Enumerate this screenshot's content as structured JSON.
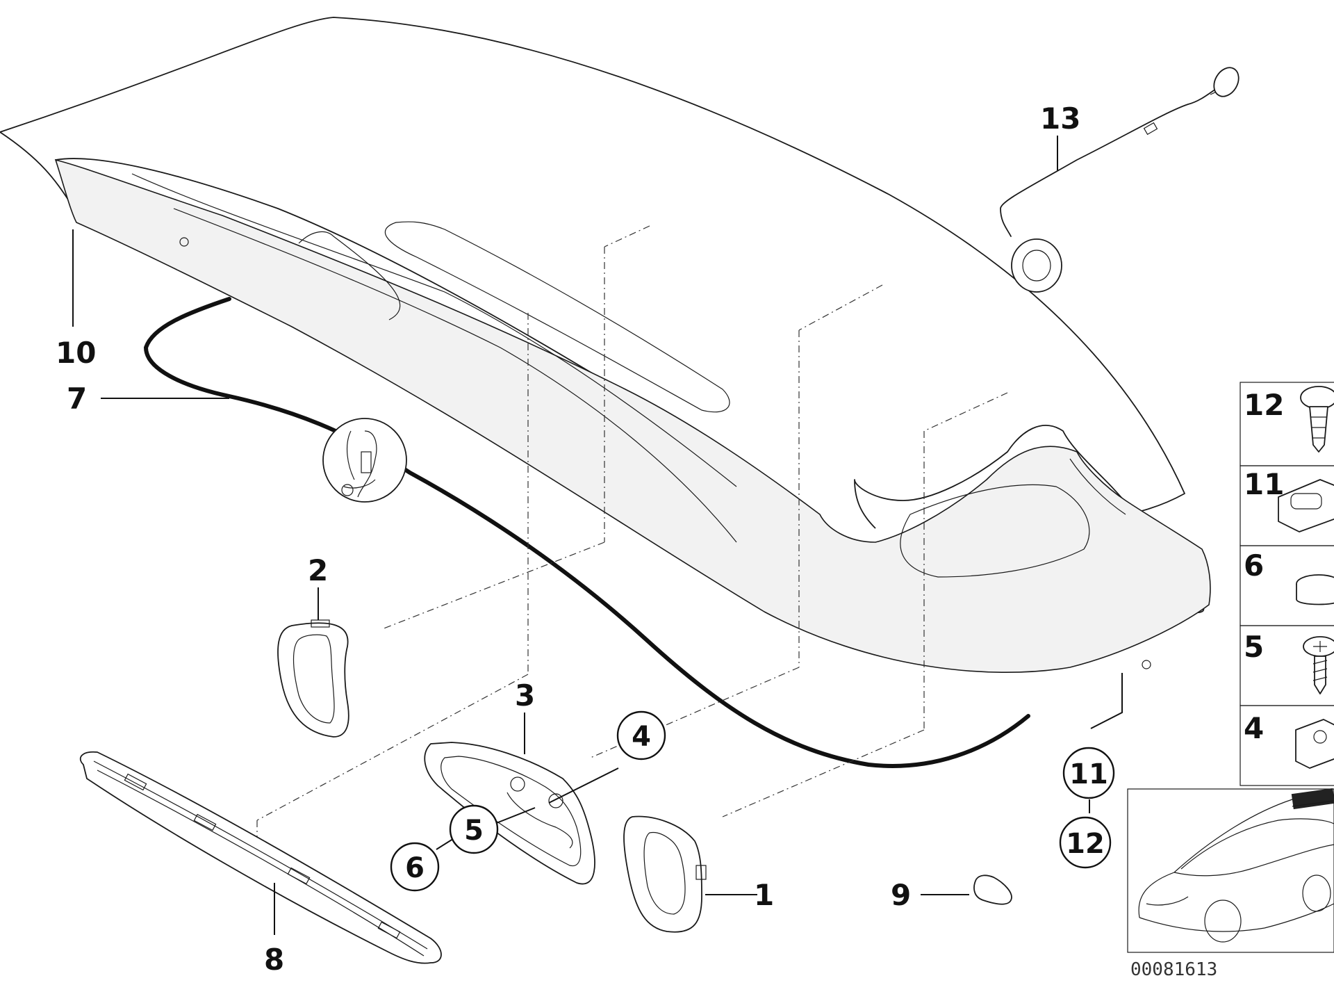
{
  "labels": {
    "p1": "1",
    "p2": "2",
    "p3": "3",
    "p4": "4",
    "p5": "5",
    "p6": "6",
    "p7": "7",
    "p8": "8",
    "p9": "9",
    "p10": "10",
    "p11": "11",
    "p12": "12",
    "p13": "13"
  },
  "legend": {
    "items": [
      "12",
      "11",
      "6",
      "5",
      "4"
    ]
  },
  "diagram_id": "00081613"
}
